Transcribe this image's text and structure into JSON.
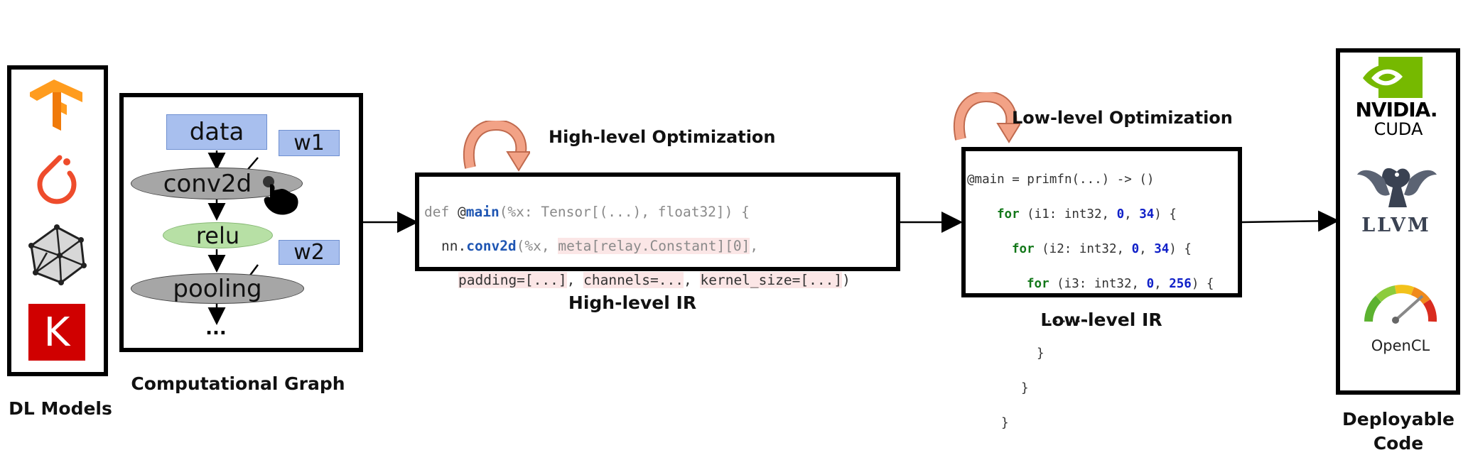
{
  "models": {
    "caption": "DL Models",
    "icons": [
      "tensorflow-icon",
      "pytorch-icon",
      "onnx-icon",
      "keras-icon"
    ],
    "keras_letter": "K"
  },
  "graph": {
    "caption": "Computational Graph",
    "nodes": {
      "data": "data",
      "conv2d": "conv2d",
      "relu": "relu",
      "pooling": "pooling",
      "w1": "w1",
      "w2": "w2",
      "ellipsis": "..."
    }
  },
  "high_ir": {
    "opt_label": "High-level Optimization",
    "caption": "High-level IR",
    "code": {
      "l1_def": "def ",
      "l1_at": "@",
      "l1_main": "main",
      "l1_rest": "(%x: Tensor[(...), float32]) {",
      "l2_nn": "nn.",
      "l2_conv": "conv2d",
      "l2_x": "(%x, ",
      "l2_meta": "meta[relay.Constant][0]",
      "l2_end": ",",
      "l3_padding": "padding=[...]",
      "l3_sep1": ", ",
      "l3_channels": "channels=...",
      "l3_sep2": ", ",
      "l3_kernel": "kernel_size=[...]",
      "l3_end": ")"
    }
  },
  "low_ir": {
    "opt_label": "Low-level Optimization",
    "caption": "Low-level IR",
    "code": {
      "l1": "@main = primfn(...) -> ()",
      "for": "for",
      "l2_a": " (i1: int32, ",
      "l3_a": " (i2: int32, ",
      "l4_a": " (i3: int32, ",
      "zero": "0",
      "comma": ", ",
      "n34": "34",
      "n256": "256",
      "close": ") {",
      "dots": "......",
      "brace": "}"
    }
  },
  "deploy": {
    "caption_line1": "Deployable",
    "caption_line2": "Code",
    "nvidia": "NVIDIA.",
    "cuda": "CUDA",
    "llvm": "LLVM",
    "opencl": "OpenCL"
  },
  "colors": {
    "node_blue": "#a8bfee",
    "node_gray": "#a6a6a6",
    "node_green": "#b7e0a5",
    "curl_arrow": "#f2a286",
    "tensorflow": "#ff9c1e",
    "pytorch": "#ee4c2c",
    "keras": "#d00000",
    "nvidia": "#76b900"
  }
}
